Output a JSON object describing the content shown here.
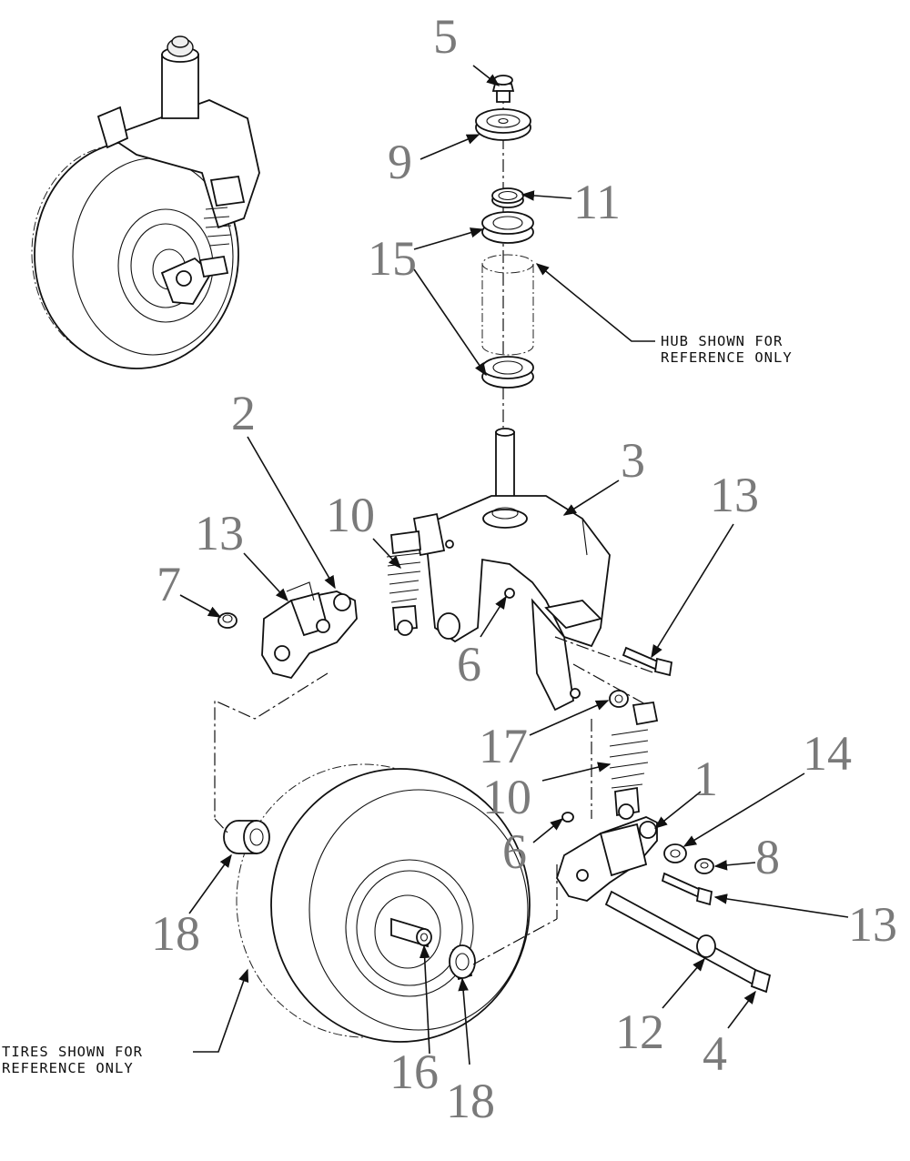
{
  "callouts": [
    "5",
    "9",
    "11",
    "15",
    "2",
    "3",
    "10",
    "13",
    "13",
    "7",
    "6",
    "17",
    "10",
    "1",
    "14",
    "6",
    "8",
    "13",
    "18",
    "12",
    "4",
    "16",
    "18"
  ],
  "notes": {
    "hub_line1": "HUB SHOWN FOR",
    "hub_line2": "REFERENCE ONLY",
    "tires_line1": "TIRES SHOWN FOR",
    "tires_line2": "REFERENCE ONLY"
  }
}
